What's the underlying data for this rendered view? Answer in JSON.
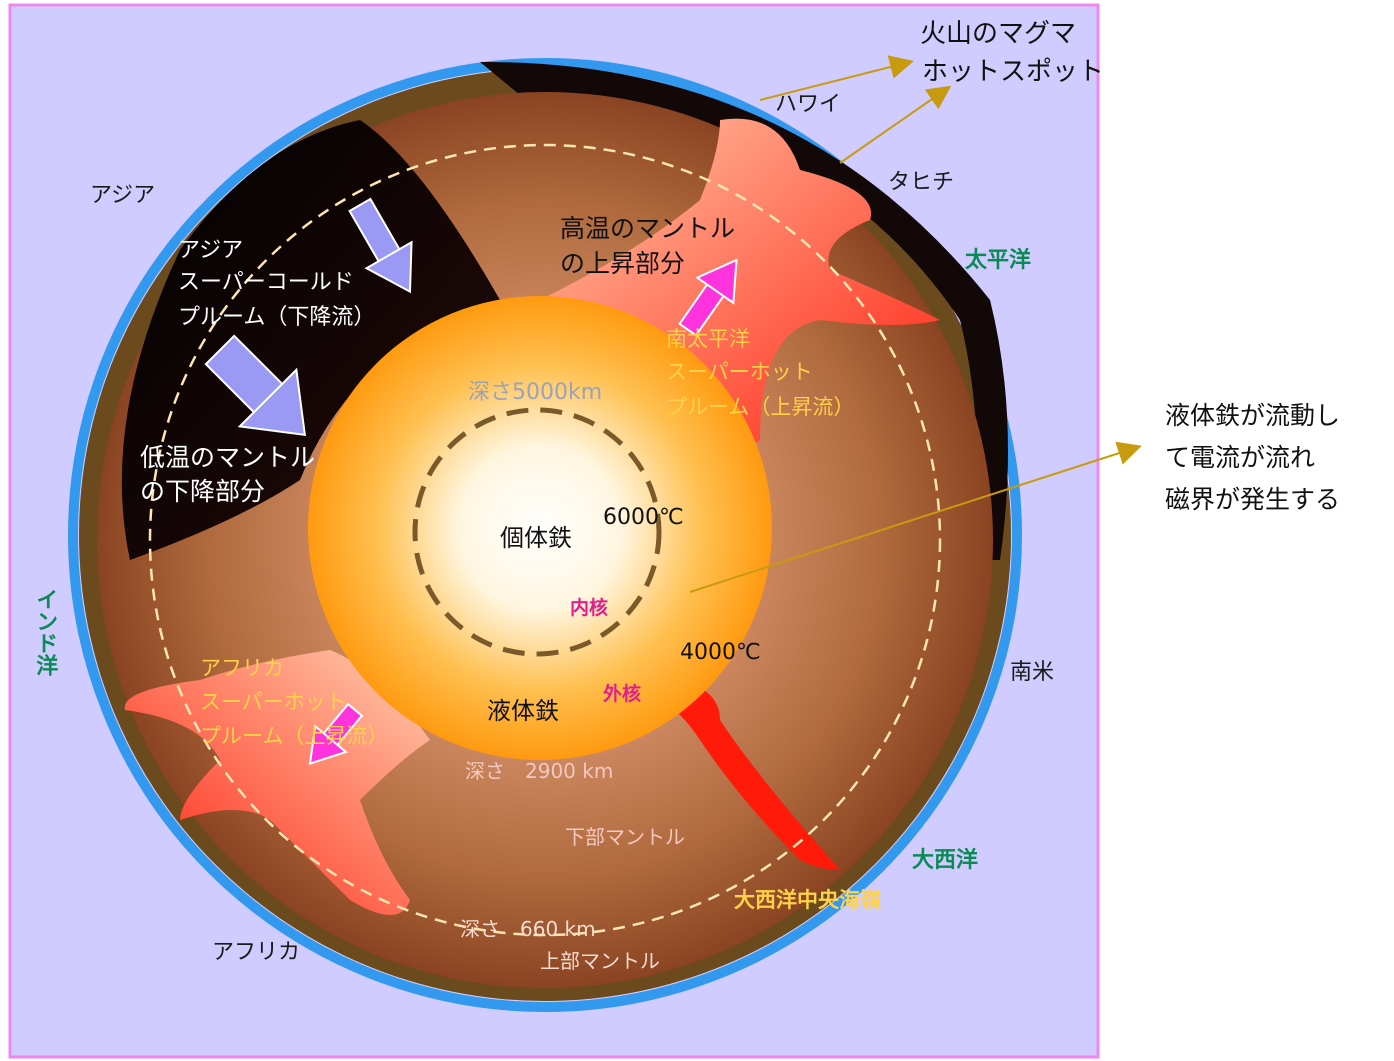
{
  "colors": {
    "background": "#d0ccff",
    "frame": "#ee88ee",
    "crust": "#6b4a1e",
    "mantle": "#a85a33",
    "cold_plume": "#0a0505",
    "hot_plume": "#ff1a0a",
    "ocean": "#3399ee",
    "arrow_cold": "#9a9af5",
    "arrow_hot": "#ff33dd",
    "pointer": "#c89a10"
  },
  "labels": {
    "volcano_magma": "火山のマグマ",
    "hotspot": "ホットスポット",
    "hawaii": "ハワイ",
    "tahiti": "タヒチ",
    "pacific": "太平洋",
    "asia": "アジア",
    "asia_plume": [
      "アジア",
      "スーパーコールド",
      "プルーム（下降流）"
    ],
    "hot_rise": [
      "高温のマントル",
      "の上昇部分"
    ],
    "south_pacific_plume": [
      "南太平洋",
      "スーパーホット",
      "プルーム（上昇流）"
    ],
    "depth_5000": "深さ5000km",
    "cold_fall": [
      "低温のマントル",
      "の下降部分"
    ],
    "solid_iron": "個体鉄",
    "temp_6000": "6000℃",
    "inner_core": "内核",
    "temp_4000": "4000℃",
    "outer_core": "外核",
    "liquid_iron": "液体鉄",
    "indian_ocean": "インド洋",
    "africa_plume": [
      "アフリカ",
      "スーパーホット",
      "プルーム（上昇流）"
    ],
    "depth_2900": "深さ　2900 km",
    "lower_mantle": "下部マントル",
    "south_america": "南米",
    "atlantic": "大西洋",
    "mid_atlantic_ridge": "大西洋中央海嶺",
    "depth_660": "深さ　660 km",
    "upper_mantle": "上部マントル",
    "africa": "アフリカ",
    "magnetic_note": [
      "液体鉄が流動し",
      "て電流が流れ",
      "磁界が発生する"
    ]
  },
  "icons": {
    "arrow_cold_1": "down-arrow-icon",
    "arrow_cold_2": "down-arrow-icon",
    "arrow_hot_1": "up-arrow-icon",
    "arrow_hot_2": "down-arrow-icon"
  }
}
